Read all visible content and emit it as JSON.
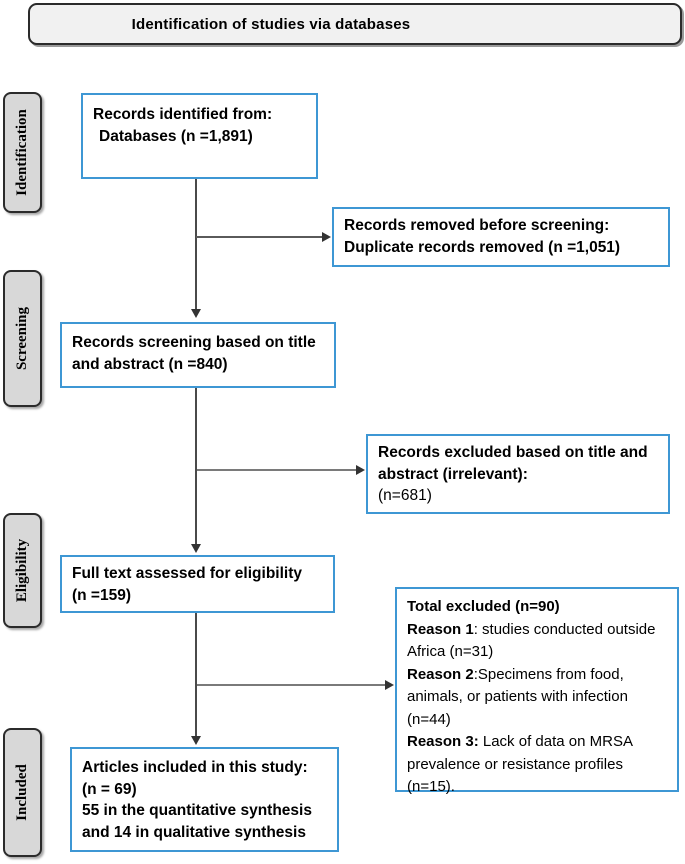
{
  "banner": {
    "title": "Identification of studies via databases"
  },
  "sidebar": [
    {
      "label": "Identification"
    },
    {
      "label": "Screening"
    },
    {
      "label": "Eligibility"
    },
    {
      "label": "Included"
    }
  ],
  "boxes": {
    "identified": {
      "line1": "Records identified from:",
      "line2": "Databases (n =1,891)"
    },
    "removed": {
      "line1": "Records removed before screening:",
      "line2": "Duplicate records removed (n =1,051)"
    },
    "screening": {
      "text": "Records screening based on title and abstract (n =840)"
    },
    "excluded_title_abstract": {
      "bold": "Records excluded based on title and abstract (irrelevant):",
      "regular": "(n=681)"
    },
    "fulltext": {
      "line1": "Full text assessed for eligibility",
      "line2": "(n =159)"
    },
    "total_excluded": {
      "title": "Total excluded (n=90)",
      "reasons": [
        {
          "label": "Reason 1",
          "text": ": studies conducted outside Africa (n=31)"
        },
        {
          "label": "Reason 2",
          "text": ":Specimens from food, animals, or patients with infection (n=44)"
        },
        {
          "label": "Reason 3:",
          "text": " Lack of data on MRSA prevalence or resistance profiles (n=15)."
        }
      ]
    },
    "included": {
      "line1": "Articles included in this study:",
      "line2": "(n = 69)",
      "line3": "55 in the quantitative synthesis",
      "line4": "and 14 in qualitative synthesis"
    }
  },
  "colors": {
    "box_border": "#3e97d4",
    "banner_fill": "#f1f1f1",
    "stage_fill": "#d8d8d8",
    "arrow": "#4a4a4a"
  }
}
